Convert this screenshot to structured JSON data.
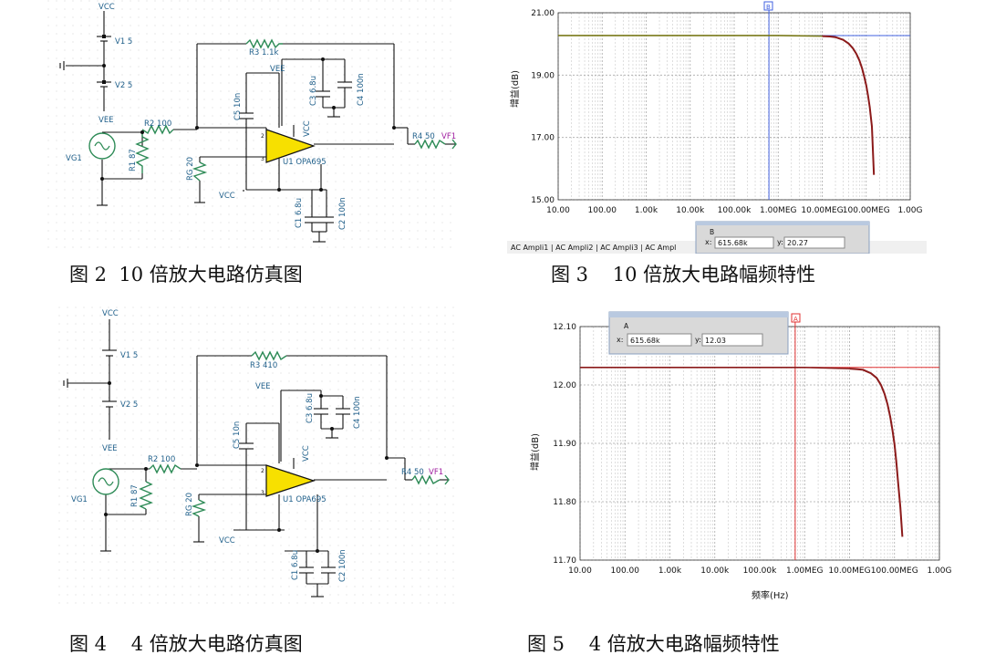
{
  "schematic_10x": {
    "vcc_top": "VCC",
    "v1": "V1 5",
    "v2": "V2 5",
    "vee_bottom": "VEE",
    "r3": "R3 1.1k",
    "vee_amp": "VEE",
    "c3": "C3 6.8u",
    "c4": "C4 100n",
    "c5": "C5 10n",
    "vcc_amp": "VCC",
    "r2": "R2 100",
    "r4": "R4 50",
    "vf1": "VF1",
    "vg1": "VG1",
    "r1": "R1 87",
    "rg": "RG 20",
    "vcc_low": "VCC",
    "u1": "U1 OPA695",
    "c1": "C1 6.8u",
    "c2": "C2 100n",
    "pin2": "2",
    "pin3": "3"
  },
  "schematic_4x": {
    "vcc_top": "VCC",
    "v1": "V1 5",
    "v2": "V2 5",
    "vee_bottom": "VEE",
    "r3": "R3 410",
    "vee_amp": "VEE",
    "c3": "C3 6.8u",
    "c4": "C4 100n",
    "c5": "C5 10n",
    "vcc_amp": "VCC",
    "r2": "R2 100",
    "r4": "R4 50",
    "vf1": "VF1",
    "vg1": "VG1",
    "r1": "R1 87",
    "rg": "RG 20",
    "vcc_low": "VCC",
    "u1": "U1 OPA695",
    "c1": "C1 6.8u",
    "c2": "C2 100n",
    "pin2": "2",
    "pin3": "3"
  },
  "plot_10x": {
    "ylabel": "增益(dB)",
    "cursor_name": "B",
    "cursor_marker": "B",
    "x_label": "x:",
    "x_value": "615.68k",
    "y_label": "y:",
    "y_value": "20.27",
    "tabs": "AC Ampli1 | AC Ampli2 | AC Ampli3 | AC Ampl"
  },
  "plot_4x": {
    "ylabel": "增益(dB)",
    "xlabel": "频率(Hz)",
    "cursor_name": "A",
    "cursor_marker": "A",
    "x_label": "x:",
    "x_value": "615.68k",
    "y_label": "y:",
    "y_value": "12.03"
  },
  "chart_data": [
    {
      "type": "line",
      "ylabel": "增益(dB)",
      "x_scale": "log",
      "xlim": [
        10,
        1000000000
      ],
      "x_tick_labels": [
        "10.00",
        "100.00",
        "1.00k",
        "10.00k",
        "100.00k",
        "1.00MEG",
        "10.00MEG",
        "100.00MEG",
        "1.00G"
      ],
      "ylim": [
        15.0,
        21.0
      ],
      "y_tick_labels": [
        "15.00",
        "17.00",
        "19.00",
        "21.00"
      ],
      "y_ticks": [
        15,
        17,
        19,
        21
      ],
      "x_ticks": [
        10,
        100,
        1000,
        10000,
        100000,
        1000000,
        10000000,
        100000000,
        1000000000
      ],
      "grid": true,
      "series": [
        {
          "x": [
            10,
            100,
            1000,
            10000,
            100000,
            1000000,
            10000000,
            15000000,
            20000000,
            30000000,
            40000000,
            50000000,
            60000000,
            70000000,
            80000000,
            90000000,
            100000000,
            110000000,
            120000000,
            135000000,
            150000000
          ],
          "y": [
            20.27,
            20.27,
            20.27,
            20.27,
            20.27,
            20.27,
            20.25,
            20.24,
            20.22,
            20.13,
            20.01,
            19.86,
            19.68,
            19.47,
            19.23,
            18.96,
            18.67,
            18.35,
            17.98,
            17.35,
            15.8
          ]
        }
      ],
      "reference_line_y": 20.27,
      "cursor": {
        "x": 615680,
        "y": 20.27
      }
    },
    {
      "type": "line",
      "ylabel": "增益(dB)",
      "xlabel": "频率(Hz)",
      "x_scale": "log",
      "xlim": [
        10,
        1000000000
      ],
      "x_tick_labels": [
        "10.00",
        "100.00",
        "1.00k",
        "10.00k",
        "100.00k",
        "1.00MEG",
        "10.00MEG",
        "100.00MEG",
        "1.00G"
      ],
      "ylim": [
        11.7,
        12.1
      ],
      "y_tick_labels": [
        "11.70",
        "11.80",
        "11.90",
        "12.00",
        "12.10"
      ],
      "y_ticks": [
        11.7,
        11.8,
        11.9,
        12.0,
        12.1
      ],
      "x_ticks": [
        10,
        100,
        1000,
        10000,
        100000,
        1000000,
        10000000,
        100000000,
        1000000000
      ],
      "grid": true,
      "series": [
        {
          "x": [
            10,
            100,
            1000,
            10000,
            100000,
            1000000,
            10000000,
            15000000,
            20000000,
            30000000,
            40000000,
            50000000,
            60000000,
            70000000,
            80000000,
            90000000,
            100000000,
            110000000,
            120000000,
            135000000,
            150000000
          ],
          "y": [
            12.03,
            12.03,
            12.03,
            12.03,
            12.03,
            12.03,
            12.028,
            12.027,
            12.026,
            12.02,
            12.012,
            12.0,
            11.985,
            11.967,
            11.946,
            11.923,
            11.898,
            11.868,
            11.835,
            11.79,
            11.74
          ]
        }
      ],
      "reference_line_y": 12.03,
      "cursor": {
        "x": 615680,
        "y": 12.03
      }
    }
  ],
  "captions": {
    "fig2": "图 2  10 倍放大电路仿真图",
    "fig3": "图 3    10 倍放大电路幅频特性",
    "fig4": "图 4    4 倍放大电路仿真图",
    "fig5": "图 5    4 倍放大电路幅频特性"
  },
  "colors": {
    "wire": "#111111",
    "component": "#2e8b57",
    "label": "#1f5f8a",
    "opamp_fill": "#f7e000",
    "curve": "#8b1a1a",
    "flat_line_10x": "#7a7a1a",
    "cursor_10x": "#4060e0",
    "cursor_4x": "#e03030",
    "grid": "#b8b8b8"
  }
}
